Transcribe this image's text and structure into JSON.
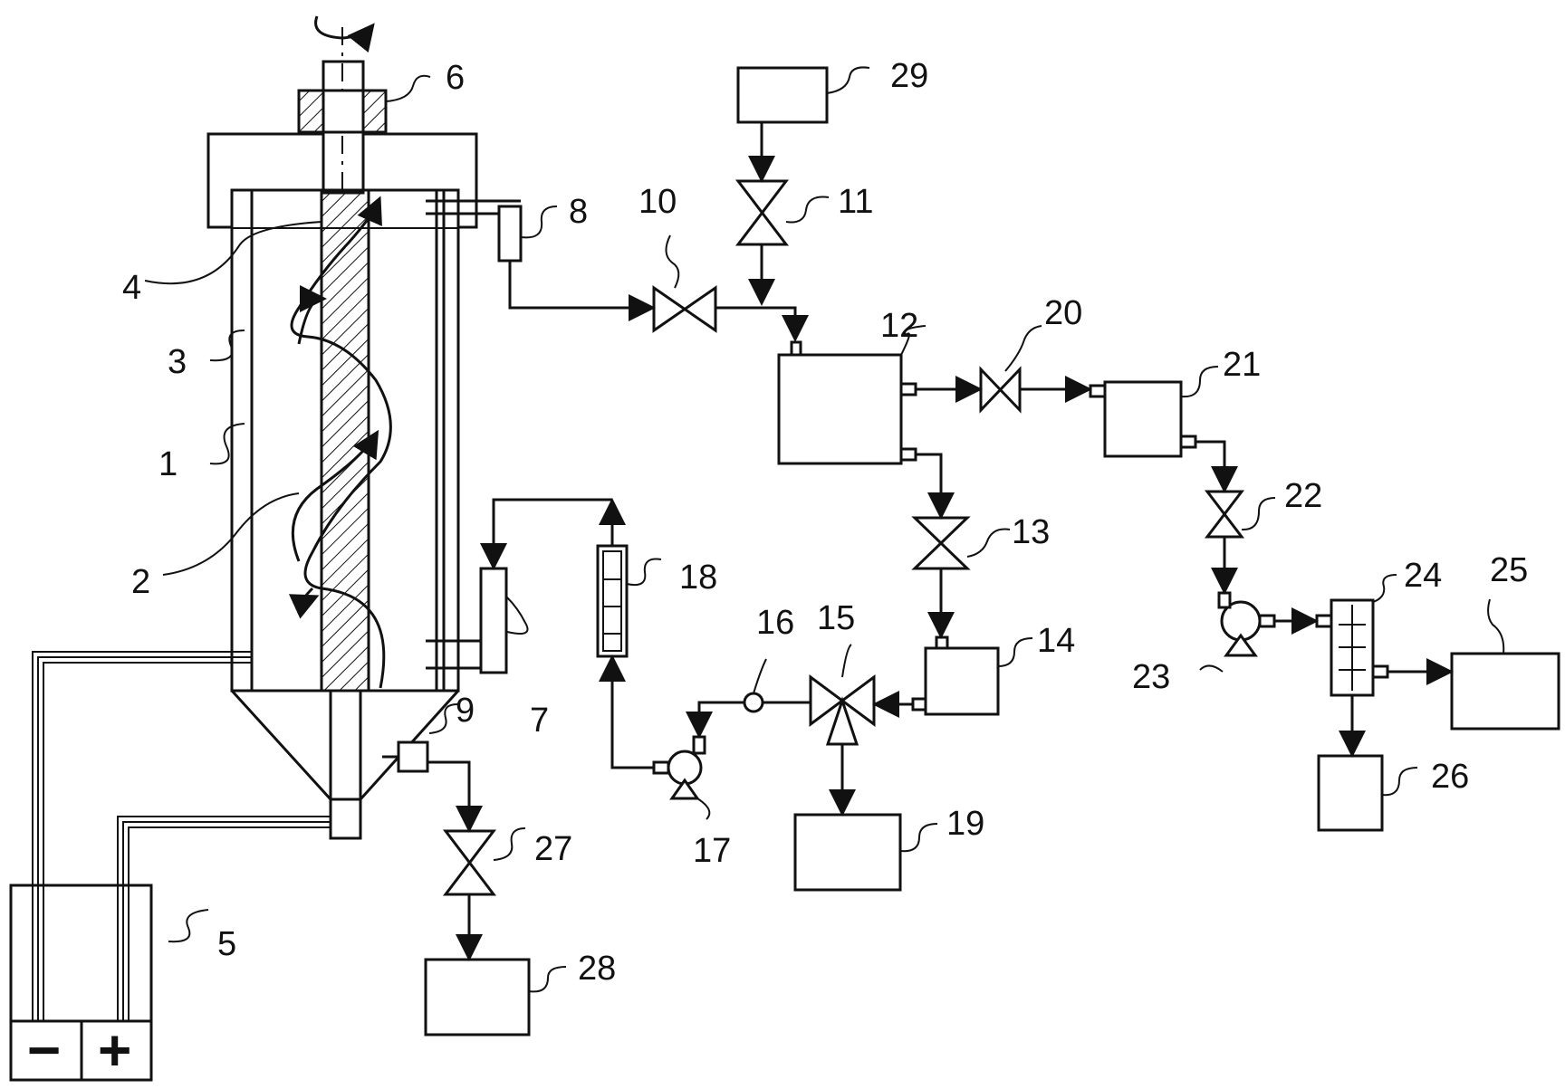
{
  "diagram": {
    "labels": [
      "1",
      "2",
      "3",
      "4",
      "5",
      "6",
      "7",
      "8",
      "9",
      "10",
      "11",
      "12",
      "13",
      "14",
      "15",
      "16",
      "17",
      "18",
      "19",
      "20",
      "21",
      "22",
      "23",
      "24",
      "25",
      "26",
      "27",
      "28",
      "29"
    ],
    "power": {
      "negative": "−",
      "positive": "+"
    }
  }
}
